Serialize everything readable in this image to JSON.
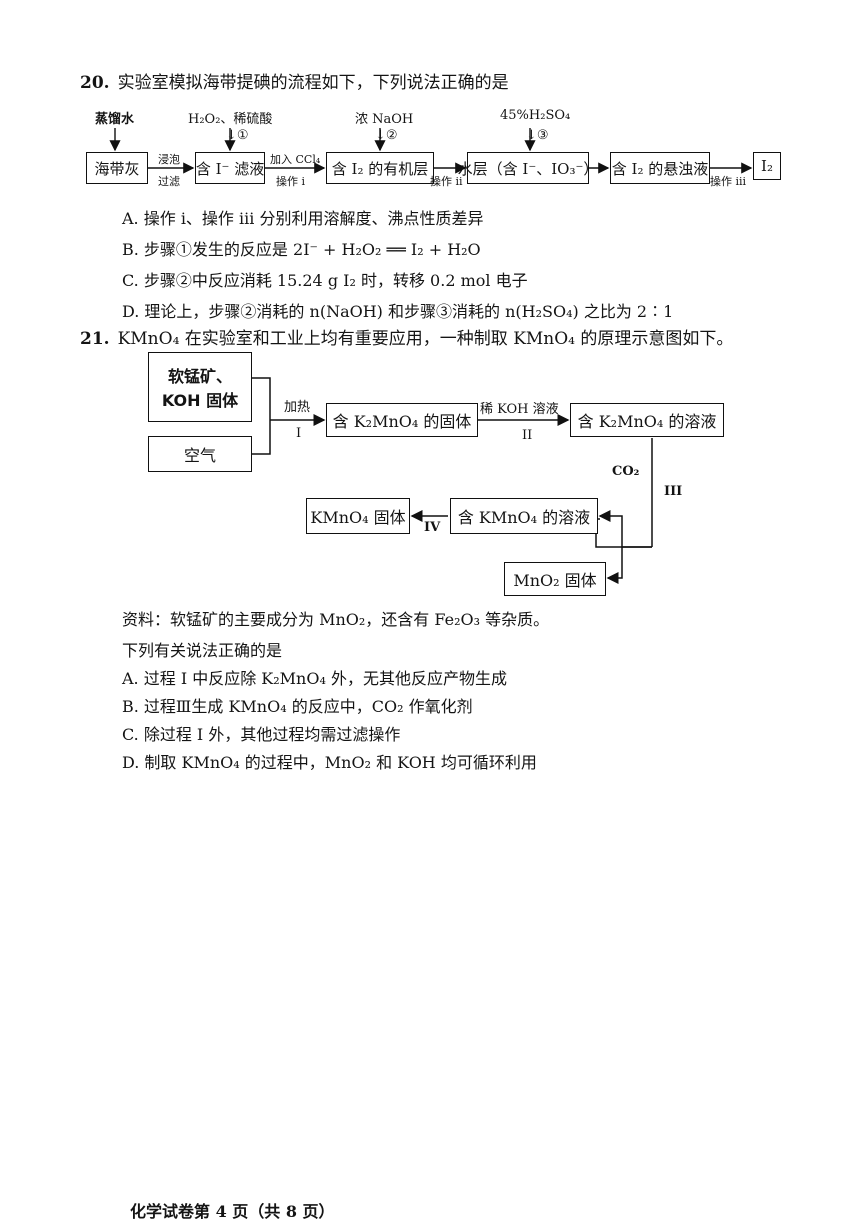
{
  "q20": {
    "number": "20.",
    "stem": "实验室模拟海带提碘的流程如下，下列说法正确的是",
    "flow": {
      "reagent_top_1": "蒸馏水",
      "reagent_top_2": "H₂O₂、稀硫酸",
      "step_mark_1": "↓①",
      "reagent_top_3": "浓 NaOH",
      "step_mark_2": "↓②",
      "reagent_top_4": "45%H₂SO₄",
      "step_mark_3": "↓③",
      "box_1": "海带灰",
      "arrow_label_1a": "浸泡",
      "arrow_label_1b": "过滤",
      "box_2": "含 I⁻ 滤液",
      "arrow_label_2a": "加入 CCl₄",
      "arrow_label_2b": "操作 i",
      "box_3": "含 I₂ 的有机层",
      "arrow_label_3": "操作 ii",
      "box_4": "水层（含 I⁻、IO₃⁻）",
      "box_5": "含 I₂ 的悬浊液",
      "arrow_label_5": "操作 iii",
      "box_6": "I₂"
    },
    "options": [
      "A.  操作 i、操作 iii 分别利用溶解度、沸点性质差异",
      "B.  步骤①发生的反应是 2I⁻ + H₂O₂ ══ I₂ + H₂O",
      "C.  步骤②中反应消耗 15.24 g I₂ 时，转移 0.2 mol 电子",
      "D.  理论上，步骤②消耗的 n(NaOH) 和步骤③消耗的 n(H₂SO₄) 之比为 2∶1"
    ]
  },
  "q21": {
    "number": "21.",
    "stem": "KMnO₄ 在实验室和工业上均有重要应用，一种制取 KMnO₄ 的原理示意图如下。",
    "diagram": {
      "box_ore_line1": "软锰矿、",
      "box_ore_line2": "KOH 固体",
      "box_air": "空气",
      "arrow_1_label": "加热",
      "arrow_1_roman": "I",
      "box_k2mno4_solid": "含 K₂MnO₄ 的固体",
      "arrow_2_label": "稀 KOH 溶液",
      "arrow_2_roman": "II",
      "box_k2mno4_solution": "含 K₂MnO₄ 的溶液",
      "co2_label": "CO₂",
      "arrow_3_roman": "III",
      "box_kmno4_solution": "含 KMnO₄ 的溶液",
      "arrow_4_roman": "IV",
      "box_kmno4_solid": "KMnO₄ 固体",
      "box_mno2_solid": "MnO₂ 固体"
    },
    "note": "资料：软锰矿的主要成分为 MnO₂，还含有 Fe₂O₃ 等杂质。",
    "prompt": "下列有关说法正确的是",
    "options": [
      "A.  过程 I 中反应除 K₂MnO₄ 外，无其他反应产物生成",
      "B.  过程Ⅲ生成 KMnO₄ 的反应中，CO₂ 作氧化剂",
      "C.  除过程 I 外，其他过程均需过滤操作",
      "D.  制取 KMnO₄ 的过程中，MnO₂ 和 KOH 均可循环利用"
    ]
  },
  "footer": "化学试卷第 4 页（共 8 页）"
}
